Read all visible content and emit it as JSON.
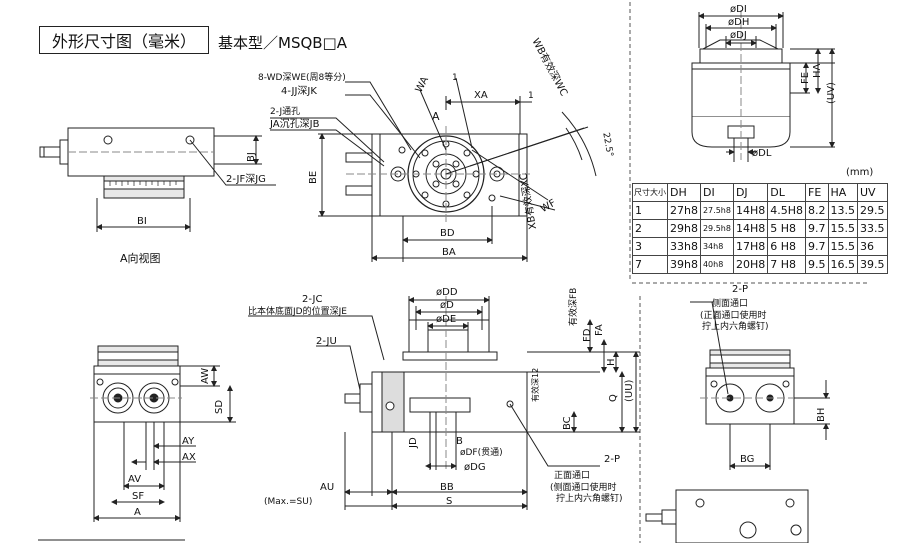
{
  "header": {
    "title": "外形尺寸图（毫米）",
    "subtitle": "基本型／MSQB□A"
  },
  "table": {
    "unit": "(mm)",
    "corner": "尺寸大小",
    "columns": [
      "DH",
      "DI",
      "DJ",
      "DL",
      "FE",
      "HA",
      "UV"
    ],
    "rows": [
      {
        "size": "1",
        "DH": "27h8",
        "DI": "27.5h8",
        "DJ": "14H8",
        "DL": "4.5H8",
        "FE": "8.2",
        "HA": "13.5",
        "UV": "29.5"
      },
      {
        "size": "2",
        "DH": "29h8",
        "DI": "29.5h8",
        "DJ": "14H8",
        "DL": "5 H8",
        "FE": "9.7",
        "HA": "15.5",
        "UV": "33.5"
      },
      {
        "size": "3",
        "DH": "33h8",
        "DI": "34h8",
        "DJ": "17H8",
        "DL": "6 H8",
        "FE": "9.7",
        "HA": "15.5",
        "UV": "36"
      },
      {
        "size": "7",
        "DH": "39h8",
        "DI": "40h8",
        "DJ": "20H8",
        "DL": "7 H8",
        "FE": "9.5",
        "HA": "16.5",
        "UV": "39.5"
      }
    ]
  },
  "labels": {
    "a_view": "A向视图",
    "bj": "BJ",
    "bi": "BI",
    "jf": "2-JF深JG",
    "wd": "8-WD深WE(周8等分)",
    "jj": "4-JJ深JK",
    "j_through": "2-J通孔",
    "ja": "JA沉孔深JB",
    "wa": "WA",
    "one_a": "1",
    "xa": "XA",
    "one_b": "1",
    "a": "A",
    "wb": "WB有效深WC",
    "deg": "22.5°",
    "be": "BE",
    "wf": "WF",
    "xb": "XB有效深XC",
    "bd": "BD",
    "ba": "BA",
    "di": "øDI",
    "dh": "øDH",
    "dj": "øDJ",
    "fe": "FE",
    "ha": "HA",
    "uv": "(UV)",
    "dl": "øDL",
    "aw": "AW",
    "sd": "SD",
    "ay": "AY",
    "ax": "AX",
    "av": "AV",
    "sf": "SF",
    "a_bottom": "A",
    "jc": "2-JC",
    "je": "比本体底面JD的位置深JE",
    "ju": "2-JU",
    "dd": "øDD",
    "d": "øD",
    "de": "øDE",
    "fb": "有效深FB",
    "fd": "FD",
    "fa": "FA",
    "h": "H",
    "q": "Q",
    "uu": "(UU)",
    "eff12": "有效深12",
    "bc": "BC",
    "jd": "JD",
    "b": "B",
    "df": "øDF(贯通)",
    "dg": "øDG",
    "two_p": "2-P",
    "front_port": "正面通口",
    "front_note1": "(侧面通口使用时",
    "front_note2": "拧上内六角螺钉)",
    "au": "AU",
    "bb": "BB",
    "s": "S",
    "su": "(Max.=SU)",
    "two_p_side": "2-P",
    "side_port": "侧面通口",
    "side_note1": "(正面通口使用时",
    "side_note2": "拧上内六角螺钉)",
    "bh": "BH",
    "bg": "BG"
  }
}
